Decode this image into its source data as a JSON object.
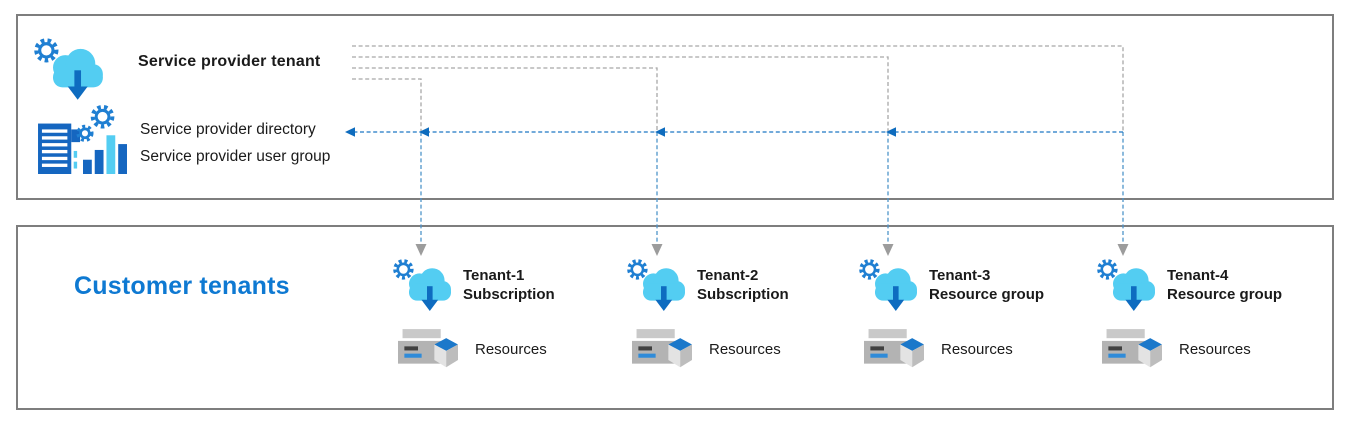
{
  "provider": {
    "title": "Service provider tenant",
    "directory_label": "Service provider directory",
    "user_group_label": "Service provider user group"
  },
  "customer": {
    "title": "Customer tenants",
    "tenants": [
      {
        "name": "Tenant-1",
        "scope": "Subscription",
        "resources_label": "Resources"
      },
      {
        "name": "Tenant-2",
        "scope": "Subscription",
        "resources_label": "Resources"
      },
      {
        "name": "Tenant-3",
        "scope": "Resource group",
        "resources_label": "Resources"
      },
      {
        "name": "Tenant-4",
        "scope": "Resource group",
        "resources_label": "Resources"
      }
    ]
  },
  "icons": [
    "cloud-gear-download-icon (service provider tenant)",
    "directory-gears-barchart-icon (service provider directory / user group)",
    "cloud-gear-download-icon (each customer tenant)",
    "storage-box-and-cube-icon (resources)"
  ],
  "connections": [
    {
      "from": "Service provider tenant",
      "to": "Tenant-1",
      "style": "gray-dashed",
      "arrow": "down"
    },
    {
      "from": "Service provider tenant",
      "to": "Tenant-2",
      "style": "gray-dashed",
      "arrow": "down"
    },
    {
      "from": "Service provider tenant",
      "to": "Tenant-3",
      "style": "gray-dashed",
      "arrow": "down"
    },
    {
      "from": "Service provider tenant",
      "to": "Tenant-4",
      "style": "gray-dashed",
      "arrow": "down"
    },
    {
      "from": "Customer tenants",
      "to": "Service provider directory",
      "style": "blue-dashed",
      "arrow": "left"
    }
  ],
  "colors": {
    "box_border": "#7e7e7e",
    "gray_dash": "#a8a8a8",
    "gray_arrow": "#9c9c9c",
    "blue_dash": "#1d78c4",
    "blue_arrow": "#0e6cbe",
    "cloud_fill": "#53cdf2",
    "gear_blue": "#1f7fd2",
    "deep_blue": "#1566c0",
    "customer_title_blue": "#0e79d2",
    "text_black": "#1a1a1a"
  }
}
